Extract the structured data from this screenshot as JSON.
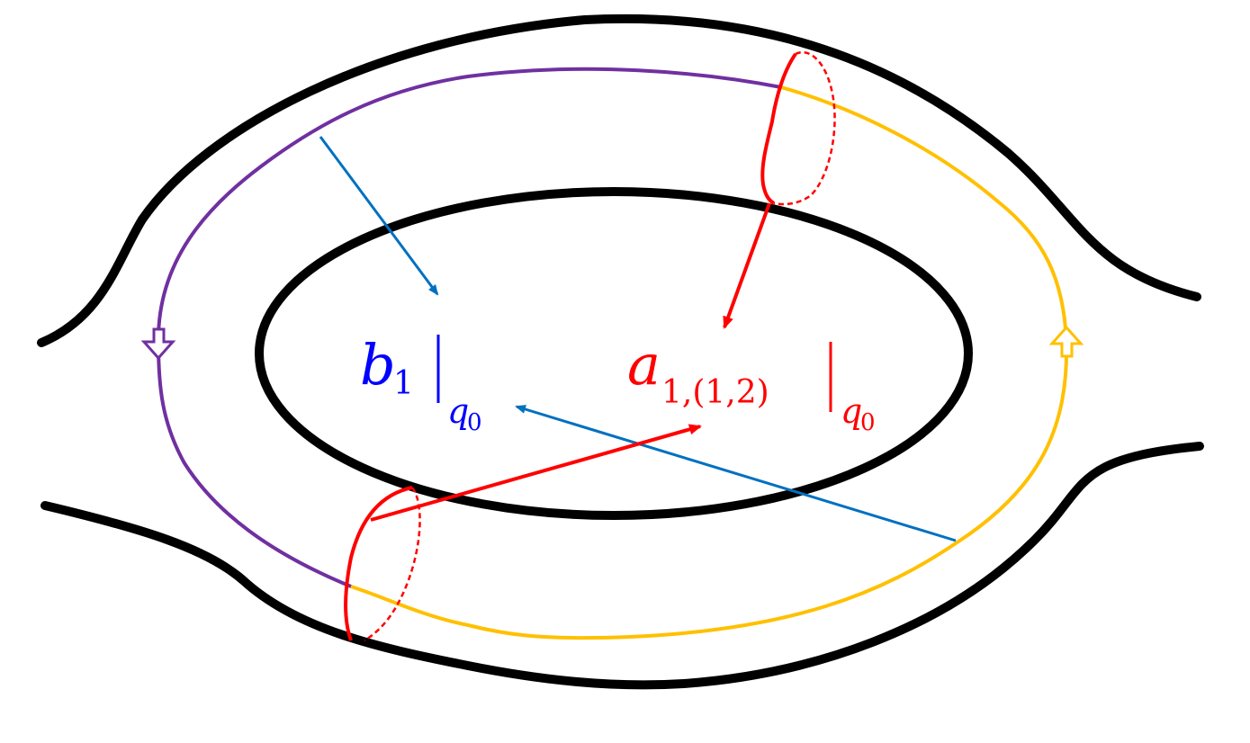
{
  "labels": {
    "b_symbol": "b",
    "b_subscript": "1",
    "a_symbol": "a",
    "a_subscript": "1,(1,2)",
    "eval_bar": "|",
    "eval_point": "q",
    "eval_point_subscript": "0"
  },
  "colors": {
    "outline": "#000000",
    "purple_path": "#7030a0",
    "yellow_path": "#ffc000",
    "red_cycle": "#ff0000",
    "blue_arrow": "#0070c0",
    "b_label": "#0000ff",
    "a_label": "#ff0000"
  }
}
